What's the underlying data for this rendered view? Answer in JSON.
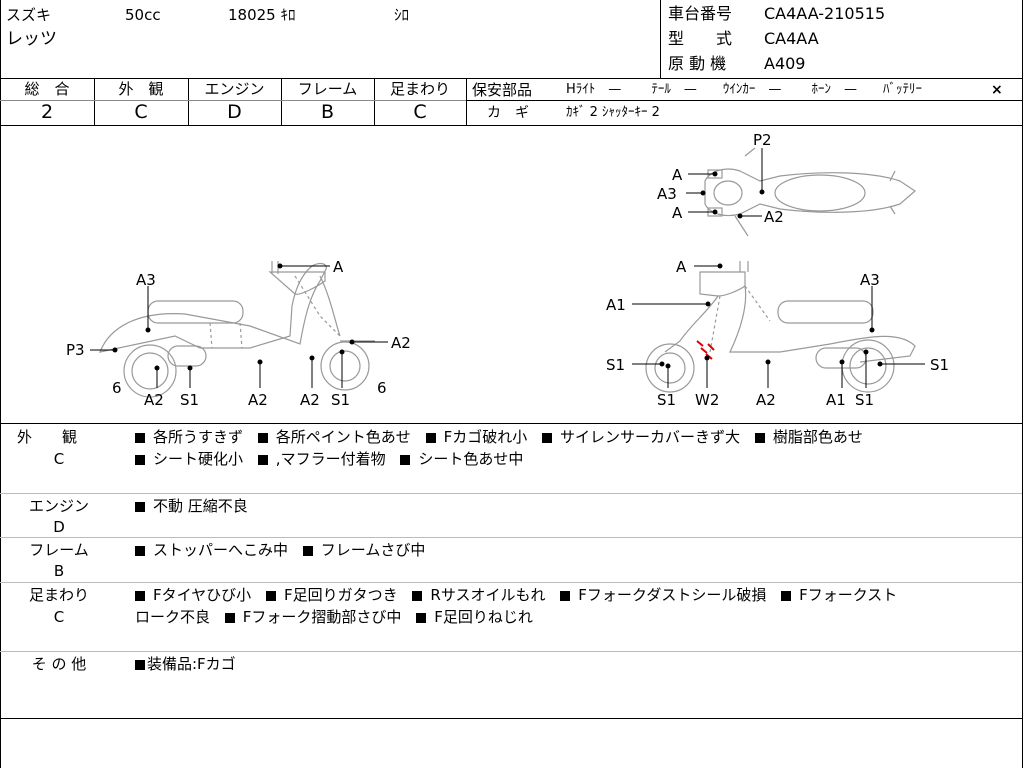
{
  "header": {
    "maker": "スズキ",
    "cc": "50cc",
    "mileage": "18025 ｷﾛ",
    "color": "ｼﾛ",
    "model_name": "レッツ",
    "frame_no_label": "車台番号",
    "frame_no": "CA4AA-210515",
    "model_label": "型　　式",
    "model_code": "CA4AA",
    "engine_label": "原 動 機",
    "engine_code": "A409"
  },
  "scores": [
    {
      "label": "総　合",
      "value": "2"
    },
    {
      "label": "外　観",
      "value": "C"
    },
    {
      "label": "エンジン",
      "value": "D"
    },
    {
      "label": "フレーム",
      "value": "B"
    },
    {
      "label": "足まわり",
      "value": "C"
    }
  ],
  "safety": {
    "label": "保安部品",
    "items": "Hﾗｲﾄ　—　　 ﾃｰﾙ　—　　ｳｲﾝｶｰ　—　　 ﾎｰﾝ　—　　ﾊﾞｯﾃﾘｰ",
    "battery_mark": "×",
    "key_label": "カ　ギ",
    "key_value": "ｶｷﾞ 2  ｼｬｯﾀｰｷｰ 2"
  },
  "diagram_labels": {
    "left": [
      "A3",
      "A",
      "P3",
      "A2",
      "6",
      "A2",
      "S1",
      "A2",
      "A2",
      "S1",
      "6"
    ],
    "top": [
      "P2",
      "A",
      "A3",
      "A",
      "A2"
    ],
    "right": [
      "A",
      "A3",
      "A1",
      "S1",
      "S1",
      "W2",
      "A2",
      "A1",
      "S1",
      "S1"
    ]
  },
  "remarks": [
    {
      "category": "外　　観",
      "grade": "C",
      "lines": [
        [
          "各所うすきず",
          "各所ペイント色あせ",
          "Fカゴ破れ小",
          "サイレンサーカバーきず大",
          "樹脂部色あせ"
        ],
        [
          "シート硬化小",
          ",マフラー付着物",
          "シート色あせ中"
        ]
      ]
    },
    {
      "category": "エンジン",
      "grade": "D",
      "lines": [
        [
          "不動 圧縮不良"
        ]
      ]
    },
    {
      "category": "フレーム",
      "grade": "B",
      "lines": [
        [
          "ストッパーへこみ中",
          "フレームさび中"
        ]
      ]
    },
    {
      "category": "足まわり",
      "grade": "C",
      "lines": [
        [
          "Fタイヤひび小",
          "F足回りガタつき",
          "Rサスオイルもれ",
          "Fフォークダストシール破損",
          "Fフォークスト"
        ]
      ],
      "continuation": "ローク不良",
      "tail": [
        "Fフォーク摺動部さび中",
        "F足回りねじれ"
      ]
    },
    {
      "category": "そ の 他",
      "grade": "",
      "lines": [
        [
          "装備品:Fカゴ"
        ]
      ]
    }
  ],
  "colors": {
    "line": "#000000",
    "sketch": "#999999",
    "damage": "#e00000"
  }
}
